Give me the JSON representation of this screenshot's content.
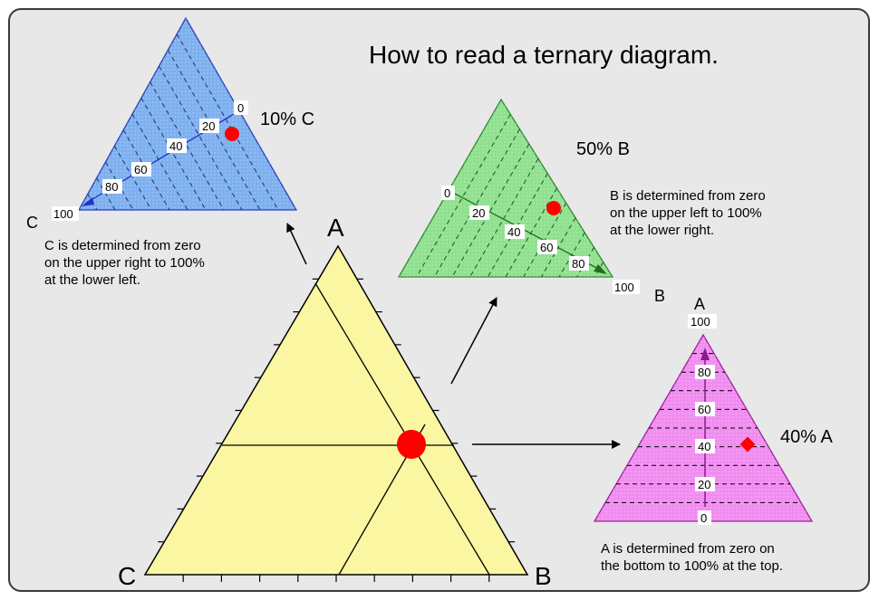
{
  "title": "How to read a ternary diagram.",
  "main_triangle": {
    "vertex_labels": {
      "top": "A",
      "left": "C",
      "right": "B"
    },
    "point": {
      "A": 40,
      "B": 50,
      "C": 10
    },
    "colors": {
      "fill": "#fbf6a2",
      "stroke": "#000000",
      "point": "#ff0000"
    }
  },
  "panel_c": {
    "percent_label": "10% C",
    "corner_label": "C",
    "tick_labels": [
      "0",
      "20",
      "40",
      "60",
      "80",
      "100"
    ],
    "note": "C is determined from zero\non the upper right to 100%\nat the lower left.",
    "color": "#7db0ee"
  },
  "panel_b": {
    "percent_label": "50% B",
    "corner_label": "B",
    "tick_labels": [
      "0",
      "20",
      "40",
      "60",
      "80",
      "100"
    ],
    "note": "B is determined from zero\non the upper left to 100%\nat the lower right.",
    "color": "#8fe08f"
  },
  "panel_a": {
    "percent_label": "40% A",
    "corner_label": "A",
    "tick_labels": [
      "0",
      "20",
      "40",
      "60",
      "80",
      "100"
    ],
    "note": "A is determined from zero on\nthe bottom to 100% at the top.",
    "color": "#f08cf0"
  }
}
